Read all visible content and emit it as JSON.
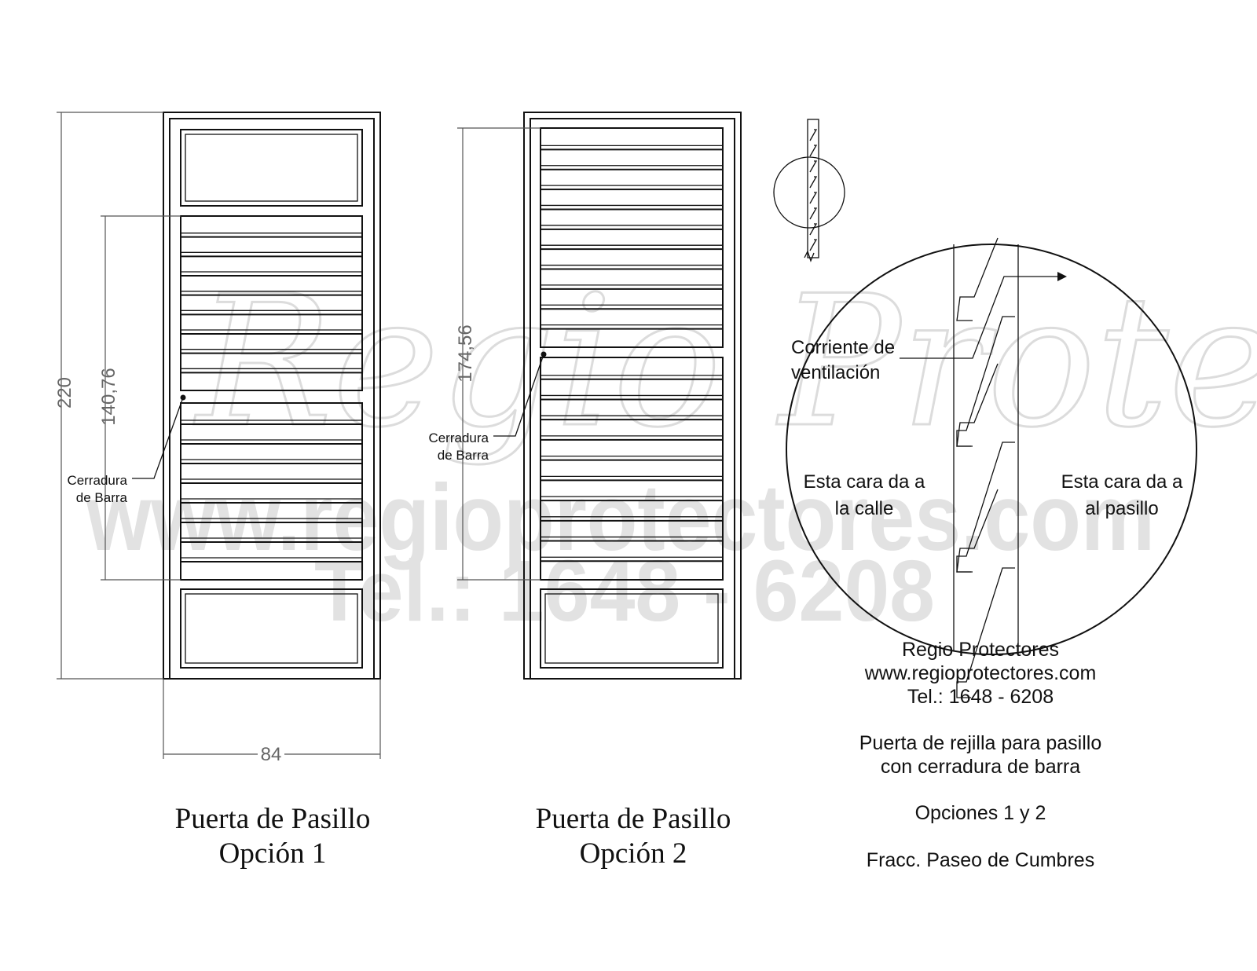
{
  "watermark": {
    "script": "Regio Protectores",
    "url": "www.regioprotectores.com",
    "phone": "Tel.: 1648 - 6208"
  },
  "door1": {
    "title_line1": "Puerta de Pasillo",
    "title_line2": "Opción 1",
    "dim_height_total": "220",
    "dim_height_louver": "140,76",
    "dim_width": "84",
    "lock_label_line1": "Cerradura",
    "lock_label_line2": "de Barra"
  },
  "door2": {
    "title_line1": "Puerta de Pasillo",
    "title_line2": "Opción 2",
    "dim_height_louver": "174,56",
    "lock_label_line1": "Cerradura",
    "lock_label_line2": "de Barra"
  },
  "detail": {
    "airflow_line1": "Corriente de",
    "airflow_line2": "ventilación",
    "street_face_line1": "Esta cara da a",
    "street_face_line2": "la calle",
    "hall_face_line1": "Esta cara da a",
    "hall_face_line2": "al pasillo"
  },
  "info": {
    "company": "Regio Protectores",
    "website": "www.regioprotectores.com",
    "phone": "Tel.: 1648 - 6208",
    "desc_line1": "Puerta de rejilla para pasillo",
    "desc_line2": "con cerradura de barra",
    "options": "Opciones 1 y 2",
    "location": "Fracc. Paseo de Cumbres"
  },
  "colors": {
    "line": "#111111",
    "dimension": "#666666",
    "watermark": "#e2e2e2"
  }
}
